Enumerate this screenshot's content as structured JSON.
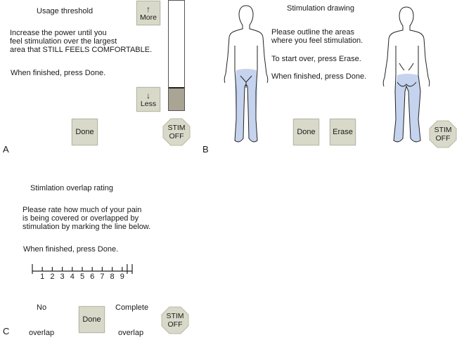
{
  "panel_a": {
    "letter": "A",
    "title": "Usage threshold",
    "instructions": "Increase the power until you\nfeel stimulation over the largest\narea that STILL FEELS COMFORTABLE.",
    "finish_hint": "When finished, press Done.",
    "more_label": "More",
    "less_label": "Less",
    "power_level_fraction": 0.2,
    "done_label": "Done",
    "stim_off_label_1": "STIM",
    "stim_off_label_2": "OFF"
  },
  "panel_b": {
    "letter": "B",
    "title": "Stimulation drawing",
    "instructions": "Please outline the areas\nwhere you feel stimulation.",
    "erase_hint": "To start over, press Erase.",
    "finish_hint": "When finished, press Done.",
    "done_label": "Done",
    "erase_label": "Erase",
    "stim_off_label_1": "STIM",
    "stim_off_label_2": "OFF",
    "shading_color": "#c5d3ee"
  },
  "panel_c": {
    "letter": "C",
    "title": "Stimlation overlap rating",
    "instructions": "Please rate how much of your pain\nis being covered or overlapped by\nstimulation by marking the line below.",
    "finish_hint": "When finished, press Done.",
    "scale_ticks": [
      "1",
      "2",
      "3",
      "4",
      "5",
      "6",
      "7",
      "8",
      "9"
    ],
    "scale_min_label_1": "No",
    "scale_min_label_2": "overlap",
    "scale_max_label_1": "Complete",
    "scale_max_label_2": "overlap",
    "marked_value": 9.5,
    "done_label": "Done",
    "stim_off_label_1": "STIM",
    "stim_off_label_2": "OFF"
  },
  "colors": {
    "button_bg": "#d9d9c9",
    "bar_fill": "#a9a493"
  }
}
